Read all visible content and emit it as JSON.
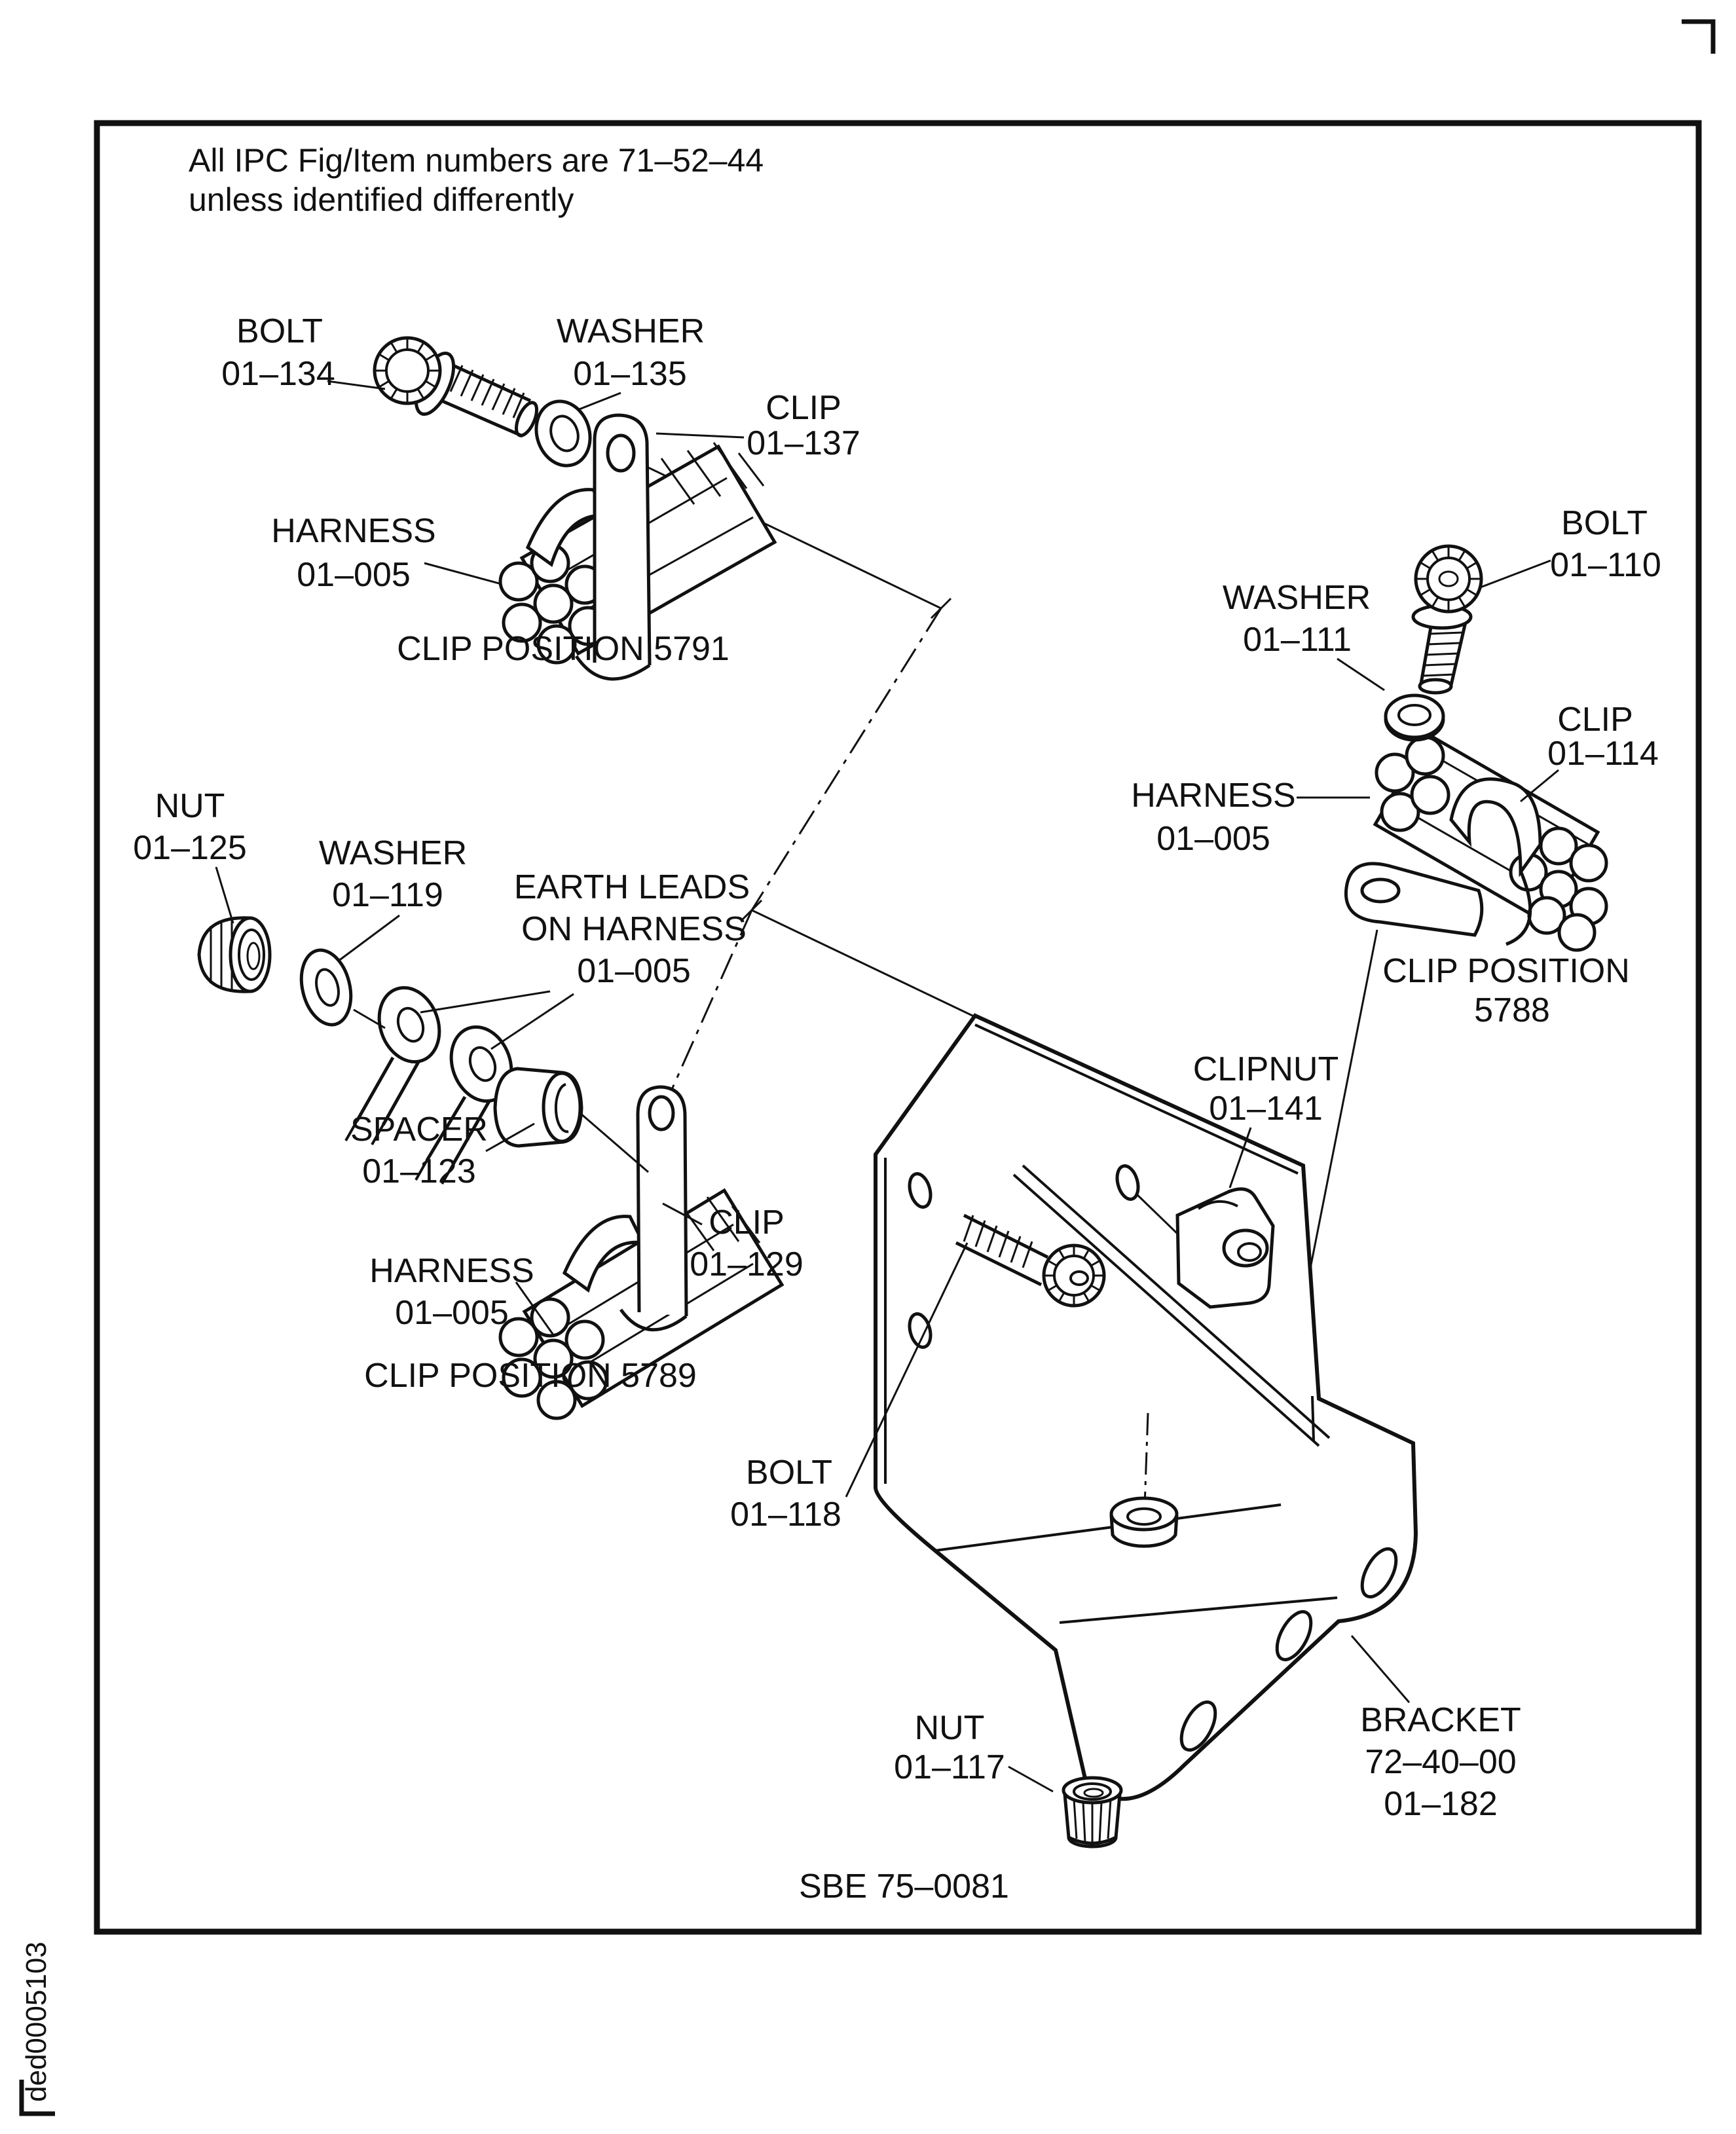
{
  "note": {
    "line1": "All IPC Fig/Item numbers are 71–52–44",
    "line2": "unless identified differently"
  },
  "groups": {
    "clip_position_5791": {
      "caption": "CLIP POSITION 5791",
      "bolt": {
        "part": "BOLT",
        "item": "01–134"
      },
      "washer": {
        "part": "WASHER",
        "item": "01–135"
      },
      "clip": {
        "part": "CLIP",
        "item": "01–137"
      },
      "harness": {
        "part": "HARNESS",
        "item": "01–005"
      }
    },
    "clip_position_5788": {
      "caption_line1": "CLIP POSITION",
      "caption_line2": "5788",
      "bolt": {
        "part": "BOLT",
        "item": "01–110"
      },
      "washer": {
        "part": "WASHER",
        "item": "01–111"
      },
      "clip": {
        "part": "CLIP",
        "item": "01–114"
      },
      "harness": {
        "part": "HARNESS",
        "item": "01–005"
      }
    },
    "clip_position_5789": {
      "caption": "CLIP POSITION 5789",
      "nut": {
        "part": "NUT",
        "item": "01–125"
      },
      "washer": {
        "part": "WASHER",
        "item": "01–119"
      },
      "earth_leads": {
        "line1": "EARTH LEADS",
        "line2": "ON HARNESS",
        "item": "01–005"
      },
      "spacer": {
        "part": "SPACER",
        "item": "01–123"
      },
      "clip": {
        "part": "CLIP",
        "item": "01–129"
      },
      "harness": {
        "part": "HARNESS",
        "item": "01–005"
      }
    },
    "bracket_assembly": {
      "clipnut": {
        "part": "CLIPNUT",
        "item": "01–141"
      },
      "bolt": {
        "part": "BOLT",
        "item": "01–118"
      },
      "nut": {
        "part": "NUT",
        "item": "01–117"
      },
      "bracket": {
        "part": "BRACKET",
        "chapter": "72–40–00",
        "item": "01–182"
      }
    }
  },
  "figure_code": "SBE 75–0081",
  "doc_id": "ded0005103"
}
